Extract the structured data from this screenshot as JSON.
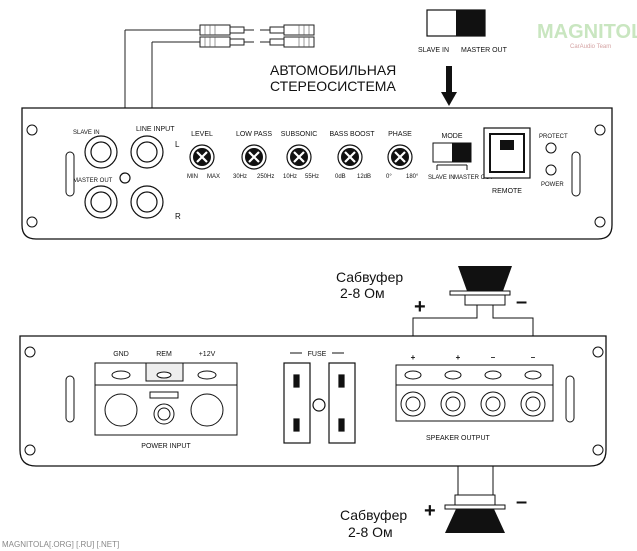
{
  "watermark": {
    "brand": "MAGNITOLA",
    "sub": "CarAudio Team",
    "footer": "MAGNITOLA[.ORG] [.RU] [.NET]"
  },
  "switch_top": {
    "slave": "SLAVE IN",
    "master": "MASTER OUT"
  },
  "stereo_label": {
    "line1": "АВТОМОБИЛЬНАЯ",
    "line2": "СТЕРЕОСИСТЕМА"
  },
  "front_panel": {
    "slave_in": "SLAVE IN",
    "line_input": "LINE INPUT",
    "left": "L",
    "right": "R",
    "master_out": "MASTER OUT",
    "controls": [
      {
        "name": "LEVEL",
        "min": "MIN",
        "max": "MAX"
      },
      {
        "name": "LOW  PASS",
        "min": "30Hz",
        "max": "250Hz"
      },
      {
        "name": "SUBSONIC",
        "min": "10Hz",
        "max": "55Hz"
      },
      {
        "name": "BASS  BOOST",
        "min": "0dB",
        "max": "12dB"
      },
      {
        "name": "PHASE",
        "min": "0°",
        "max": "180°"
      }
    ],
    "mode": {
      "title": "MODE",
      "slave": "SLAVE IN",
      "master": "MASTER OUT"
    },
    "remote": "REMOTE",
    "protect": "PROTECT",
    "power": "POWER"
  },
  "sub_top": {
    "line1": "Сабвуфер",
    "line2": "2-8 Ом",
    "plus": "+",
    "minus": "–"
  },
  "sub_bottom": {
    "line1": "Сабвуфер",
    "line2": "2-8 Ом",
    "plus": "+",
    "minus": "–"
  },
  "rear_panel": {
    "gnd": "GND",
    "rem": "REM",
    "v12": "+12V",
    "power_input": "POWER INPUT",
    "fuse": "FUSE",
    "speaker_output": "SPEAKER   OUTPUT",
    "polarity": [
      "+",
      "+",
      "–",
      "–"
    ]
  }
}
